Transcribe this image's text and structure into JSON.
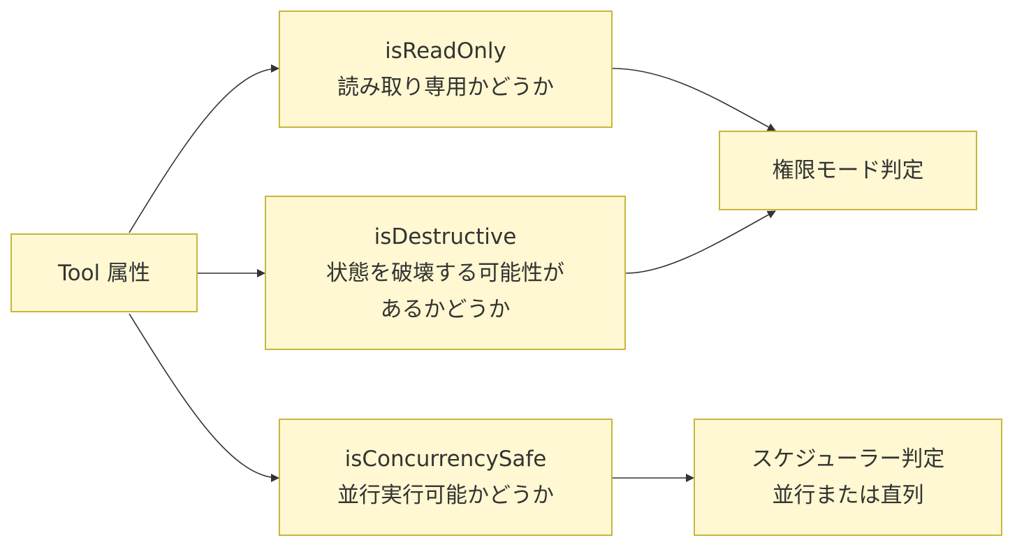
{
  "nodes": {
    "tool": {
      "lines": [
        "Tool 属性"
      ]
    },
    "readonly": {
      "lines": [
        "isReadOnly",
        "読み取り専用かどうか"
      ]
    },
    "destructive": {
      "lines": [
        "isDestructive",
        "状態を破壊する可能性が",
        "あるかどうか"
      ]
    },
    "concurrency": {
      "lines": [
        "isConcurrencySafe",
        "並行実行可能かどうか"
      ]
    },
    "permission": {
      "lines": [
        "権限モード判定"
      ]
    },
    "scheduler": {
      "lines": [
        "スケジューラー判定",
        "並行または直列"
      ]
    }
  },
  "edges": [
    {
      "from": "tool",
      "to": "readonly"
    },
    {
      "from": "tool",
      "to": "destructive"
    },
    {
      "from": "tool",
      "to": "concurrency"
    },
    {
      "from": "readonly",
      "to": "permission"
    },
    {
      "from": "destructive",
      "to": "permission"
    },
    {
      "from": "concurrency",
      "to": "scheduler"
    }
  ],
  "colors": {
    "node_fill": "#fff8d2",
    "node_border": "#c9b63d",
    "edge": "#333333",
    "text": "#333333"
  }
}
